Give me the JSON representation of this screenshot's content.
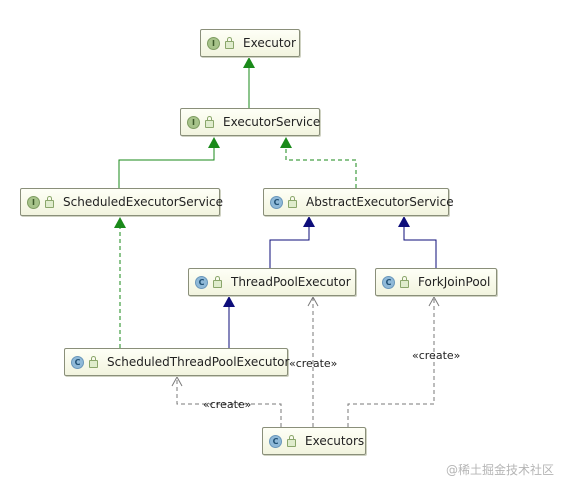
{
  "nodes": {
    "executor": {
      "label": "Executor",
      "kind": "I"
    },
    "executor_service": {
      "label": "ExecutorService",
      "kind": "I"
    },
    "scheduled_executor_service": {
      "label": "ScheduledExecutorService",
      "kind": "I"
    },
    "abstract_executor_service": {
      "label": "AbstractExecutorService",
      "kind": "C"
    },
    "thread_pool_executor": {
      "label": "ThreadPoolExecutor",
      "kind": "C"
    },
    "fork_join_pool": {
      "label": "ForkJoinPool",
      "kind": "C"
    },
    "scheduled_thread_pool_executor": {
      "label": "ScheduledThreadPoolExecutor",
      "kind": "C"
    },
    "executors": {
      "label": "Executors",
      "kind": "C"
    }
  },
  "edge_labels": {
    "create_thread_pool": "«create»",
    "create_fork_join": "«create»",
    "create_scheduled": "«create»"
  },
  "colors": {
    "interface_arrow": "#1a8a1a",
    "class_arrow": "#0d0d7a",
    "dependency": "#7a7a7a"
  },
  "watermark": "@稀土掘金技术社区"
}
